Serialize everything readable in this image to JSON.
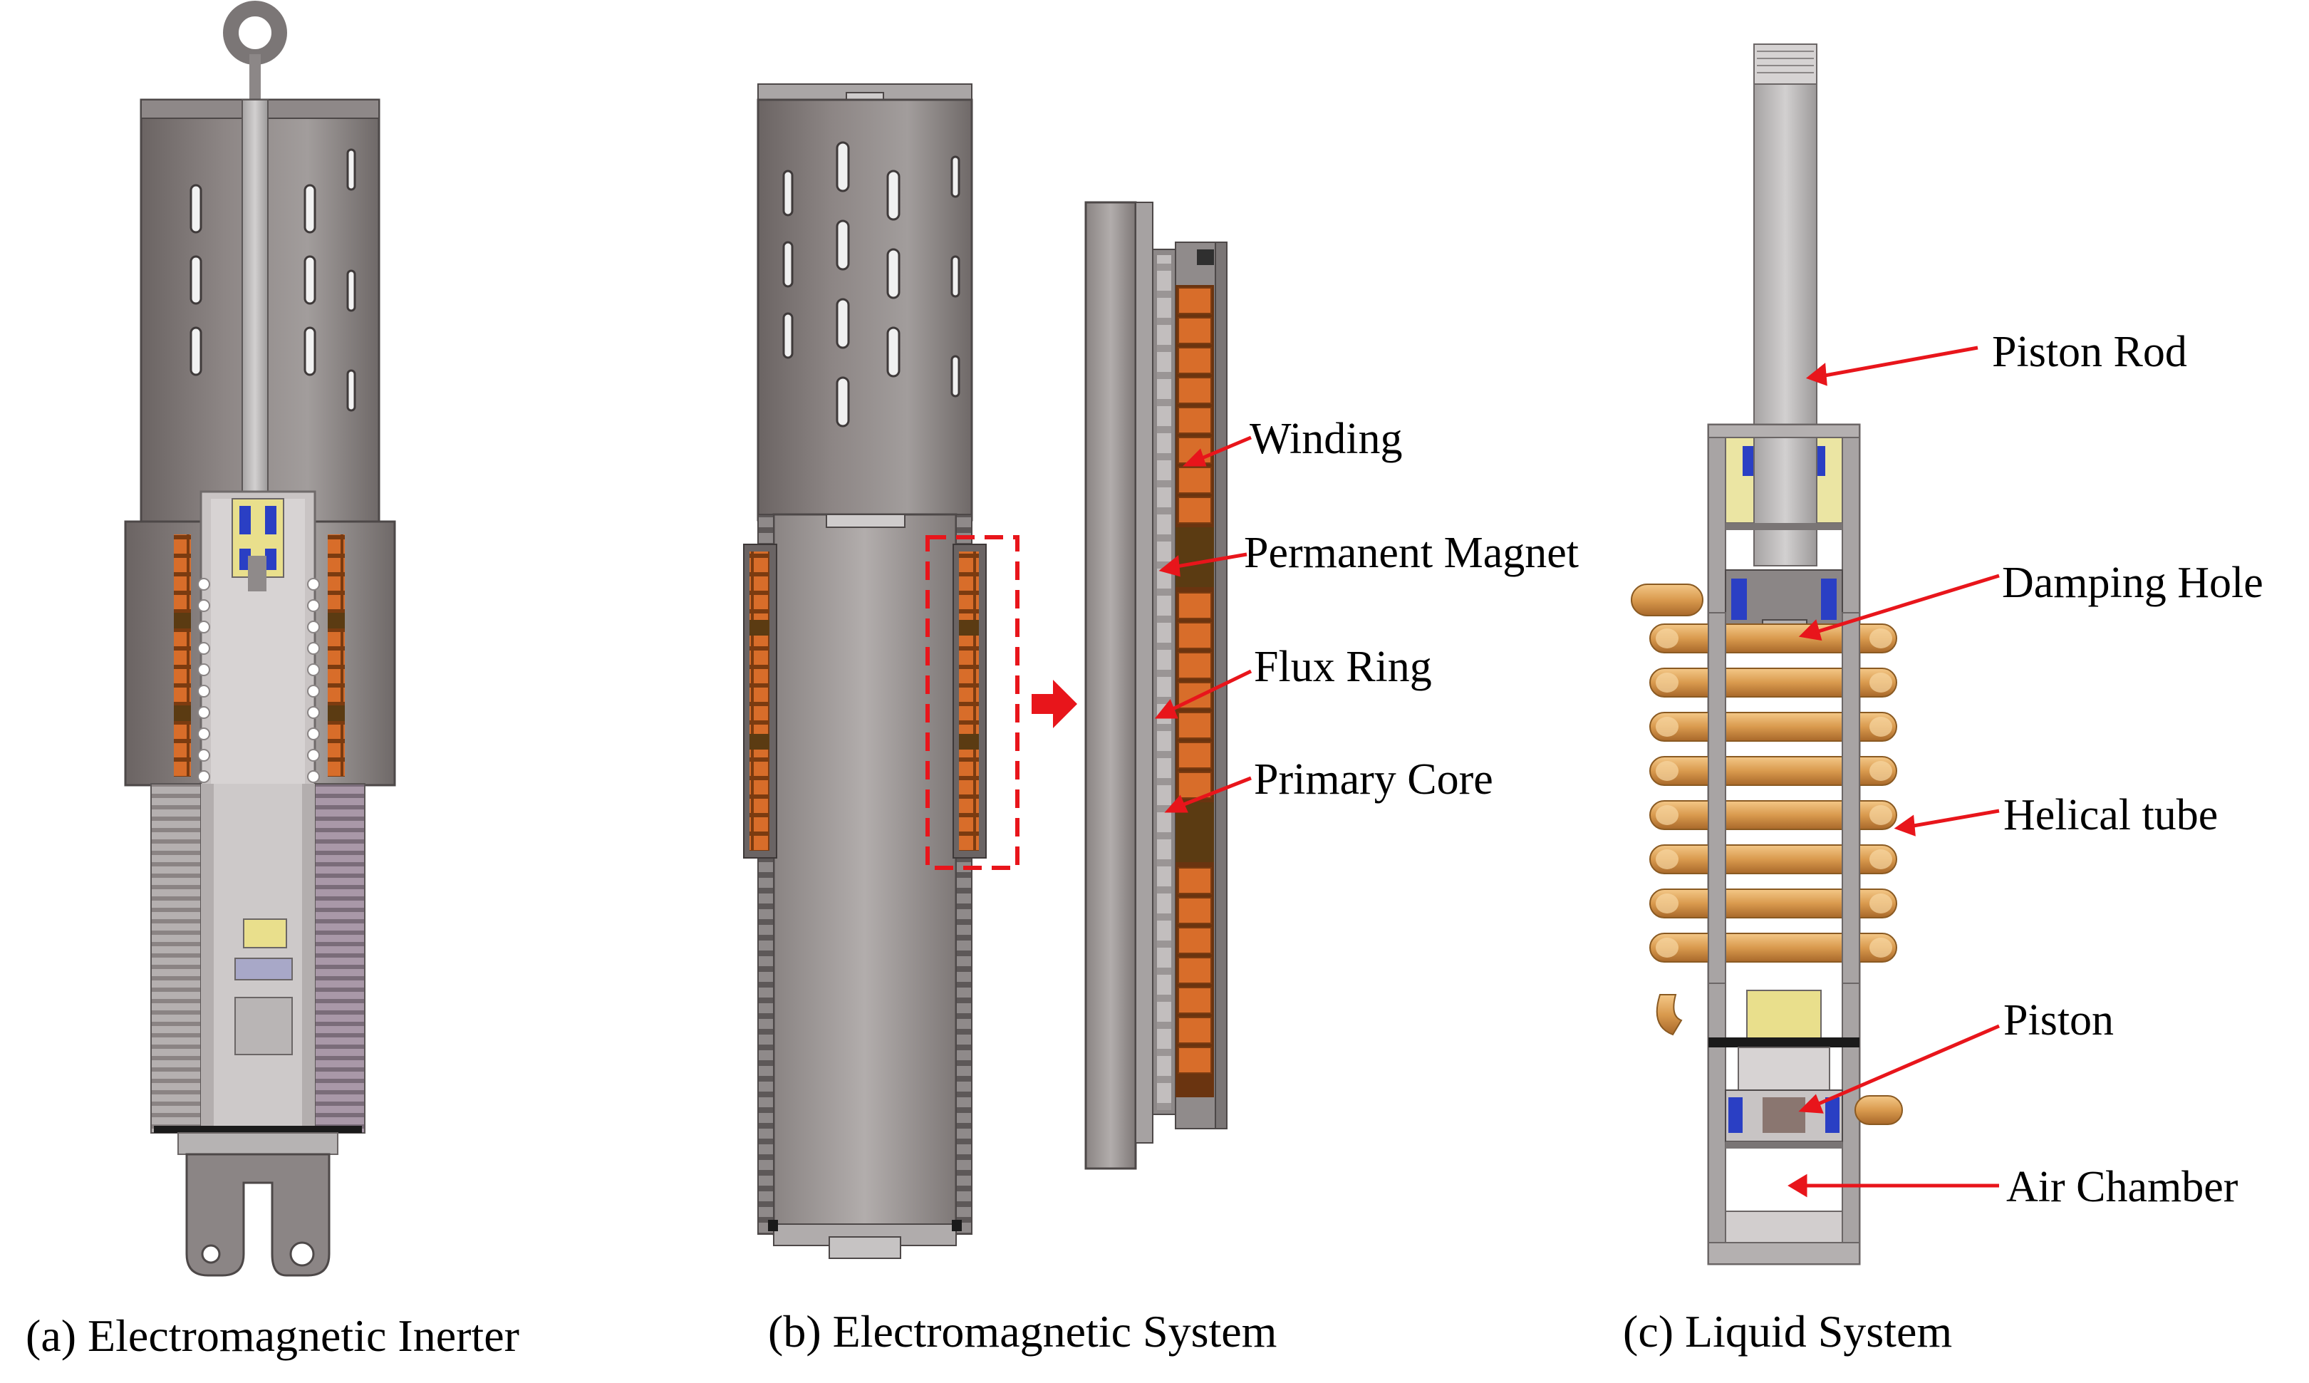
{
  "captions": {
    "a": "(a) Electromagnetic Inerter",
    "b": "(b) Electromagnetic System",
    "c": "(c) Liquid System"
  },
  "labels_b": {
    "winding": "Winding",
    "permanent_magnet": "Permanent Magnet",
    "flux_ring": "Flux Ring",
    "primary_core": "Primary Core"
  },
  "labels_c": {
    "piston_rod": "Piston Rod",
    "damping_hole": "Damping Hole",
    "helical_tube": "Helical tube",
    "piston": "Piston",
    "air_chamber": "Air Chamber"
  },
  "colors": {
    "annotation_red": "#e8151b",
    "steel_dark": "#77706f",
    "steel_light": "#b9b6b5",
    "copper": "#c8611f",
    "magnet": "#5b3b12",
    "tube": "#d9964a",
    "seal_blue": "#2a3fc4",
    "bush_yellow": "#e9df8c"
  }
}
